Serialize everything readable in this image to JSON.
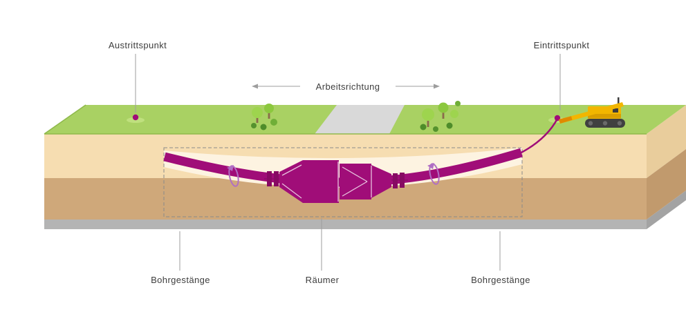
{
  "labels": {
    "austrittspunkt": "Austrittspunkt",
    "eintrittspunkt": "Eintrittspunkt",
    "arbeitsrichtung": "Arbeitsrichtung",
    "bohrgestaenge_left": "Bohrgestänge",
    "raeumer": "Räumer",
    "bohrgestaenge_right": "Bohrgestänge"
  },
  "colors": {
    "grass": "#a9d163",
    "grass_dark": "#8fb94b",
    "soil_top": "#f6ddb1",
    "soil_bottom": "#cfa87a",
    "rock": "#b4b4b4",
    "bore_channel": "#fdf3e1",
    "pipe": "#a00d78",
    "pipe_dark": "#7c0a5e",
    "rotation": "#b06ec4",
    "road": "#d9d9d9",
    "rig_yellow": "#f2b600",
    "rig_orange": "#e08a00",
    "rig_dark": "#404040",
    "text": "#3c3c3c",
    "leader": "#9e9e9e"
  }
}
